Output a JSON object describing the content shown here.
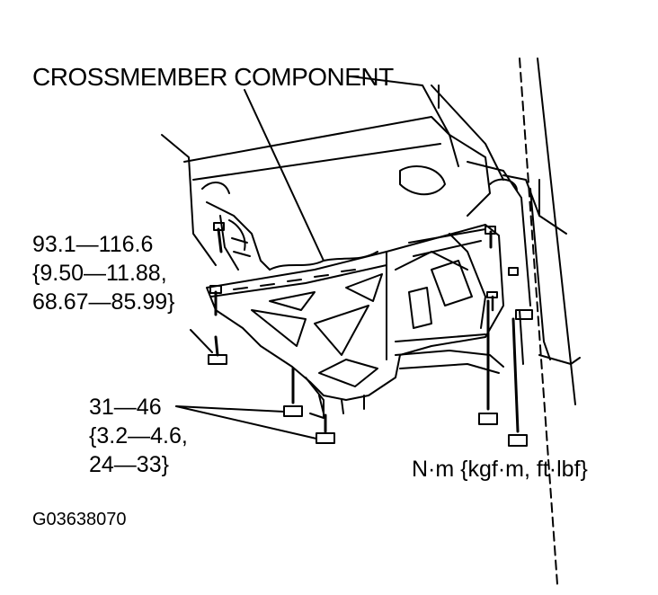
{
  "diagram": {
    "title": "CROSSMEMBER COMPONENT",
    "torque_specs": [
      {
        "lines": [
          "93.1—116.6",
          "{9.50—11.88,",
          "68.67—85.99}"
        ]
      },
      {
        "lines": [
          "31—46",
          "{3.2—4.6,",
          "24—33}"
        ]
      }
    ],
    "unit_legend": "N·m {kgf·m, ft·lbf}",
    "figure_code": "G03638070"
  },
  "colors": {
    "ink": "#000000",
    "paper": "#ffffff"
  }
}
